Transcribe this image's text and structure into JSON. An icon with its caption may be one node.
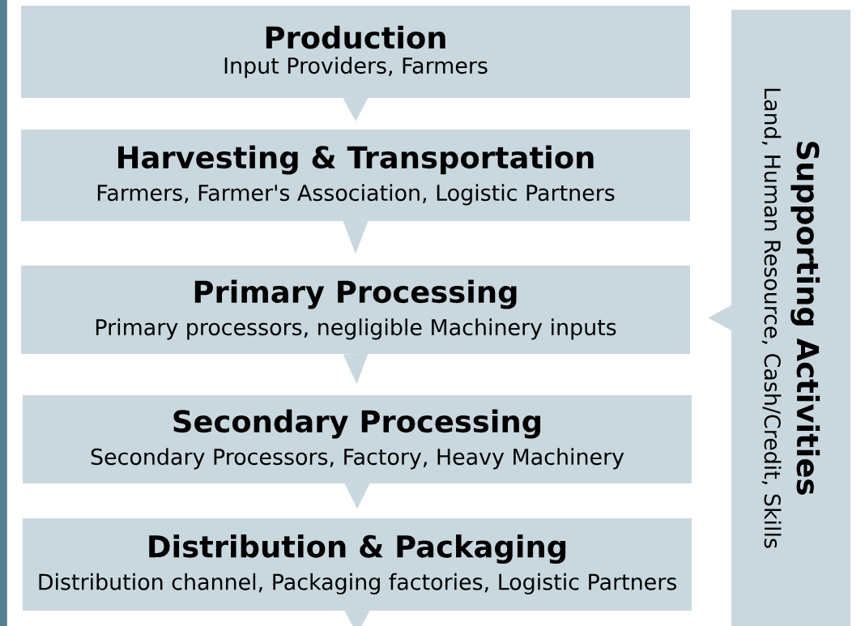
{
  "diagram": {
    "nodes": [
      {
        "text": [
          "Production",
          "Input Providers, Farmers"
        ]
      },
      {
        "text": [
          "Harvesting & Transportation",
          "Farmers, Farmer's Association, Logistic Partners"
        ]
      },
      {
        "text": [
          "Primary Processing",
          "Primary processors, negligible Machinery inputs"
        ]
      },
      {
        "text": [
          "Secondary Processing",
          "Secondary Processors, Factory, Heavy Machinery"
        ]
      },
      {
        "text": [
          "Distribution & Packaging",
          "Distribution channel, Packaging factories, Logistic Partners"
        ]
      },
      {
        "text": [
          "Supporting Activities",
          "Land, Human Resource, Cash/Credit, Skills"
        ]
      }
    ],
    "edges": [
      {
        "from": 0,
        "to": 1,
        "arrow": "to"
      },
      {
        "from": 1,
        "to": 2,
        "arrow": "to"
      },
      {
        "from": 2,
        "to": 3,
        "arrow": "to"
      },
      {
        "from": 3,
        "to": 4,
        "arrow": "to"
      },
      {
        "from": 4,
        "to": null,
        "arrow": "to"
      },
      {
        "from": 5,
        "to": 2,
        "arrow": "to"
      }
    ]
  }
}
